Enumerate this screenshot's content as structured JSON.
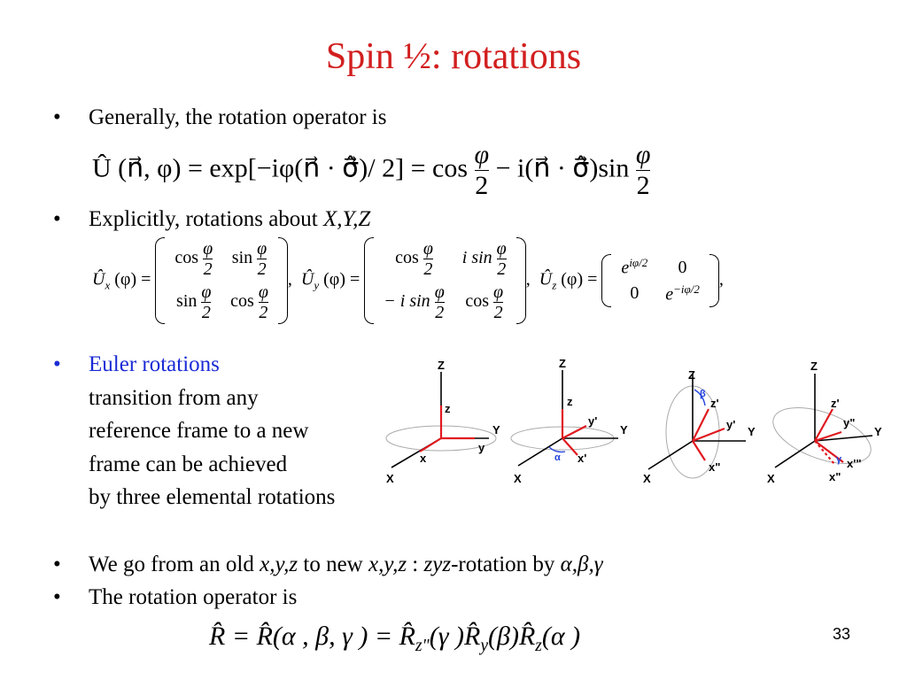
{
  "title": "Spin ½: rotations",
  "bullets": {
    "b1": "Generally, the rotation operator is",
    "b2_prefix": "Explicitly, rotations about ",
    "b2_axes": "X,Y,Z",
    "b3_title": "Euler rotations",
    "b3_lines": [
      "transition from any",
      "reference frame to a new",
      "frame can be achieved",
      "by three elemental rotations"
    ],
    "b4_prefix": "We go from an old ",
    "b4_xyz1": "x,y,z",
    "b4_mid": " to new ",
    "b4_xyz2": "x,y,z",
    "b4_colon": " : ",
    "b4_zyz": "zyz",
    "b4_suffix": "-rotation by ",
    "b4_angles": "α,β,γ",
    "b5": "The rotation operator is"
  },
  "equations": {
    "u_general_lhs": "Û (n⃗, φ) = exp[−iφ(n⃗ · σ̂⃗)/ 2] = cos",
    "u_general_mid": "− i(n⃗ · σ̂⃗)sin",
    "phi": "φ",
    "two": "2",
    "ux_label": "Û",
    "ux_sub": "x",
    "uy_sub": "y",
    "uz_sub": "z",
    "arg": "(φ) =",
    "cos": "cos",
    "sin": "sin",
    "isin": "i sin",
    "minus_isin": "− i sin",
    "e": "e",
    "exp_pos": "iφ/2",
    "exp_neg": "−iφ/2",
    "zero": "0",
    "comma": ",",
    "r_equation": "R̂ = R̂(α , β, γ ) = R̂",
    "r_z2_sub": "z\"",
    "r_gamma": "(γ )R̂",
    "r_y_sub": "y",
    "r_beta": "(β)R̂",
    "r_z_sub": "z",
    "r_alpha": "(α )"
  },
  "diagram_labels": {
    "Z": "Z",
    "Y": "Y",
    "X": "X",
    "z": "z",
    "y": "y",
    "x": "x",
    "z1": "z",
    "y1": "y'",
    "x1": "x'",
    "z2": "z'",
    "y2": "y'",
    "x2": "x\"",
    "z3": "z'",
    "y3": "y\"",
    "x3": "x\"",
    "x4": "x'\"",
    "alpha": "α",
    "beta": "β",
    "gamma": "γ"
  },
  "colors": {
    "title": "#d21f1f",
    "highlight": "#1a2bd6",
    "axis_red": "#e0191f",
    "angle_blue": "#2244dd"
  },
  "page_number": "33"
}
